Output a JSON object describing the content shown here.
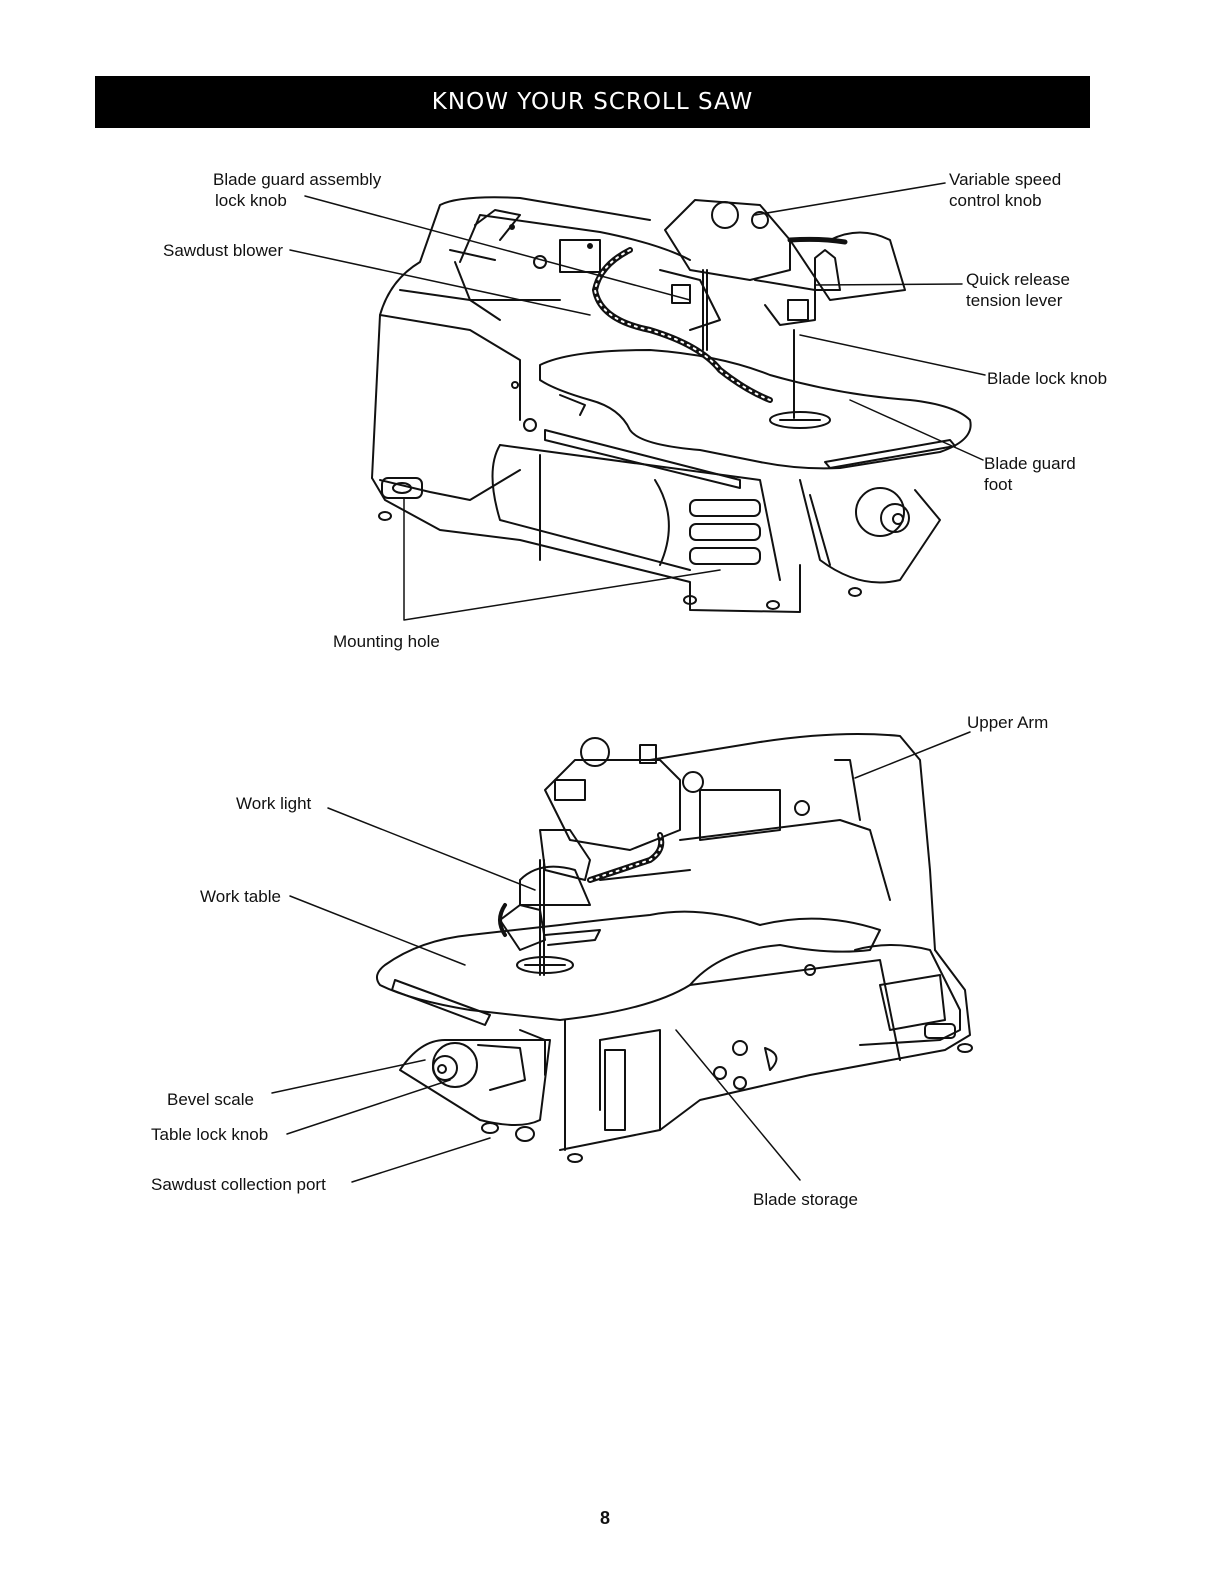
{
  "header": {
    "title": "KNOW YOUR SCROLL SAW"
  },
  "figure_top": {
    "labels": {
      "blade_guard_lock": [
        "Blade guard assembly",
        "lock knob"
      ],
      "sawdust_blower": "Sawdust blower",
      "variable_speed": [
        "Variable speed",
        "control knob"
      ],
      "quick_release": [
        "Quick release",
        "tension lever"
      ],
      "blade_lock_knob": "Blade lock knob",
      "blade_guard_foot": [
        "Blade guard",
        "foot"
      ],
      "mounting_hole": "Mounting hole"
    }
  },
  "figure_bottom": {
    "labels": {
      "upper_arm": "Upper Arm",
      "work_light": "Work light",
      "work_table": "Work table",
      "bevel_scale": "Bevel scale",
      "table_lock_knob": "Table lock knob",
      "sawdust_port": "Sawdust collection port",
      "blade_storage": "Blade storage"
    }
  },
  "footer": {
    "page_number": "8"
  }
}
